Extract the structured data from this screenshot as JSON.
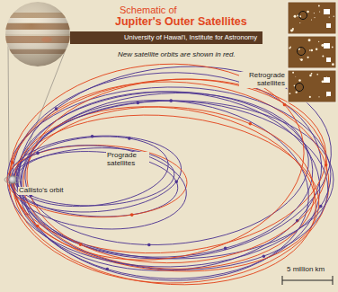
{
  "diagram": {
    "title": "Jupiter's Outer Satellites",
    "nodes": [
      {
        "text": [
          "University of Hawai'i, Institute for Astronomy"
        ]
      }
    ],
    "labels": [
      "Schematic of",
      "New satellite orbits are shown in red.",
      "Retrograde satellites",
      "Prograde satellites",
      "Callisto's orbit",
      "5 million km"
    ]
  }
}
